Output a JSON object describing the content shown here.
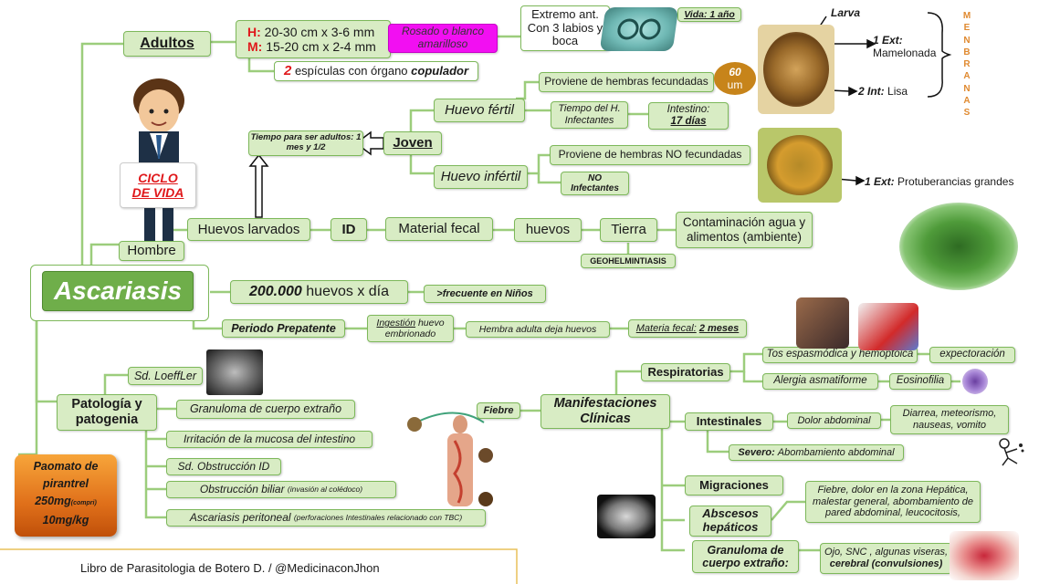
{
  "title": "Ascariasis",
  "adultos": {
    "label": "Adultos",
    "h_label": "H:",
    "h_size": "20-30 cm x 3-6 mm",
    "m_label": "M:",
    "m_size": "15-20 cm x 2-4 mm",
    "color_note": "Rosado o blanco amarilloso",
    "espiculas_num": "2",
    "espiculas_text": "espículas con órgano",
    "espiculas_bold": "copulador",
    "extremo": "Extremo ant. Con 3 labios y boca",
    "vida": "Vida: 1 año"
  },
  "ciclo": {
    "line1": "CICLO",
    "line2": "DE VIDA"
  },
  "membranas": {
    "word": [
      "M",
      "E",
      "N",
      "B",
      "R",
      "A",
      "N",
      "A",
      "S"
    ],
    "larva": "Larva",
    "ext1_label": "1 Ext:",
    "ext1_text": "Mamelonada",
    "int2_label": "2 Int:",
    "int2_text": "Lisa",
    "ext_inf_label": "1 Ext:",
    "ext_inf_text": "Protuberancias grandes"
  },
  "huevo_fertil": {
    "label": "Huevo fértil",
    "proviene": "Proviene de hembras fecundadas",
    "size_num": "60",
    "size_unit": "um",
    "tiempo": "Tiempo del H. Infectantes",
    "intestino": "Intestino:",
    "dias": "17 días"
  },
  "joven": {
    "label": "Joven",
    "tiempo": "Tiempo para ser adultos: 1 mes y 1/2"
  },
  "huevo_infertil": {
    "label": "Huevo infértil",
    "proviene": "Proviene de hembras NO fecundadas",
    "no": "NO",
    "infectantes": "Infectantes"
  },
  "flow": {
    "hombre": "Hombre",
    "larvados": "Huevos larvados",
    "id": "ID",
    "fecal": "Material fecal",
    "huevos": "huevos",
    "tierra": "Tierra",
    "contaminacion": "Contaminación agua y alimentos (ambiente)",
    "geo": "GEOHELMINTIASIS"
  },
  "produccion": {
    "num": "200.000",
    "text": "huevos x día",
    "frecuente": ">frecuente en Niños"
  },
  "prepatente": {
    "label": "Periodo Prepatente",
    "ingestion": "Ingestión",
    "ingestion_rest": "huevo embrionado",
    "hembra": "Hembra adulta deja huevos",
    "materia": "Materia fecal:",
    "meses": "2 meses"
  },
  "patologia": {
    "label": "Patología y patogenia",
    "items": [
      "Sd. LoeffLer",
      "Granuloma de cuerpo extraño",
      "Irritación de la mucosa del intestino",
      "Sd. Obstrucción ID",
      "Obstrucción biliar",
      "Ascariasis peritoneal"
    ],
    "biliar_note": "(invasión al colédoco)",
    "peritoneal_note": "(perforaciones Intestinales relacionado con TBC)"
  },
  "manifestaciones": {
    "label": "Manifestaciones Clínicas",
    "fiebre": "Fiebre",
    "respiratorias": "Respiratorias",
    "tos": "Tos espasmódica y hemoptoica",
    "expectoracion": "expectoración",
    "alergia": "Alergia asmatiforme",
    "eosinofilia": "Eosinofilia",
    "intestinales": "Intestinales",
    "dolor": "Dolor abdominal",
    "diarrea": "Diarrea, meteorismo, nauseas, vomito",
    "severo_label": "Severo:",
    "severo_text": "Abombamiento abdominal",
    "migraciones": "Migraciones",
    "abscesos": "Abscesos hepáticos",
    "abscesos_text": "Fiebre, dolor en la zona Hepática, malestar general, abombamiento de pared abdominal, leucocitosis,",
    "granuloma": "Granuloma de cuerpo extraño:",
    "granuloma_text": "Ojo, SNC , algunas viseras,",
    "granuloma_bold": "cerebral (convulsiones)"
  },
  "tratamiento": {
    "l1": "Paomato de",
    "l2": "pirantrel",
    "l3": "250mg",
    "l3b": "(compri)",
    "l4": "10mg/kg"
  },
  "footer": "Libro de Parasitologia de Botero D. / @MedicinaconJhon",
  "colors": {
    "box_fill": "#d8ecc4",
    "box_border": "#7db85a",
    "title_fill": "#6fae4a",
    "magenta": "#f20ff2",
    "accent_red": "#e0181b",
    "orange": "#e08a1a",
    "membranas": "#e08a30"
  }
}
